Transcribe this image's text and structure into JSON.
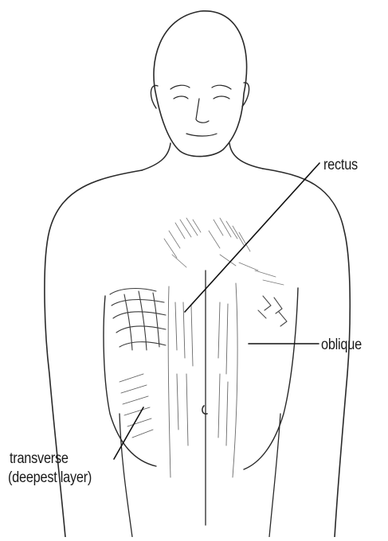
{
  "figure": {
    "labels": {
      "rectus": "rectus",
      "oblique": "oblique",
      "transverse_line1": "transverse",
      "transverse_line2": "(deepest layer)"
    }
  }
}
